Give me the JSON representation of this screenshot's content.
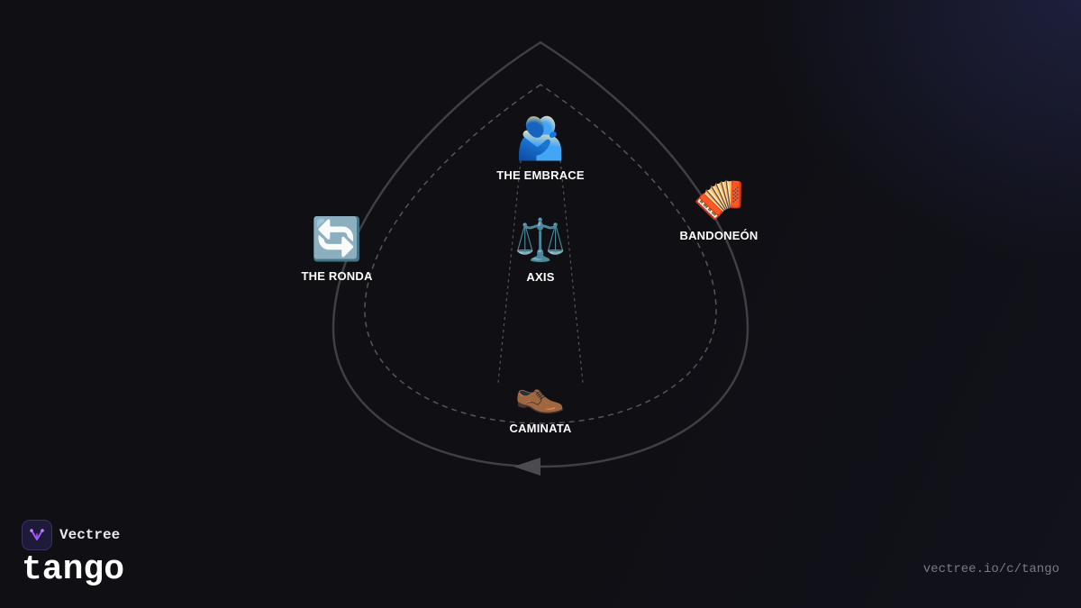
{
  "diagram": {
    "nodes": [
      {
        "id": "embrace",
        "icon": "🫂",
        "icon_name": "hugging-people-icon",
        "label": "THE EMBRACE"
      },
      {
        "id": "axis",
        "icon": "⚖️",
        "icon_name": "balance-scale-icon",
        "label": "AXIS"
      },
      {
        "id": "caminata",
        "icon": "👞",
        "icon_name": "shoe-icon",
        "label": "CAMINATA"
      },
      {
        "id": "ronda",
        "icon": "🔄",
        "icon_name": "counterclockwise-arrows-icon",
        "label": "THE RONDA"
      },
      {
        "id": "bandoneon",
        "icon": "🪗",
        "icon_name": "accordion-icon",
        "label": "BANDONEÓN"
      }
    ],
    "colors": {
      "outline": "#3f3f44",
      "dashed": "#55555c",
      "arrow": "#4a4a50",
      "background": "#0f0f14"
    }
  },
  "brand": {
    "name": "Vectree",
    "logo_icon": "vectree-logo-icon",
    "accent": "#a855f7"
  },
  "title": "tango",
  "url": "vectree.io/c/tango"
}
